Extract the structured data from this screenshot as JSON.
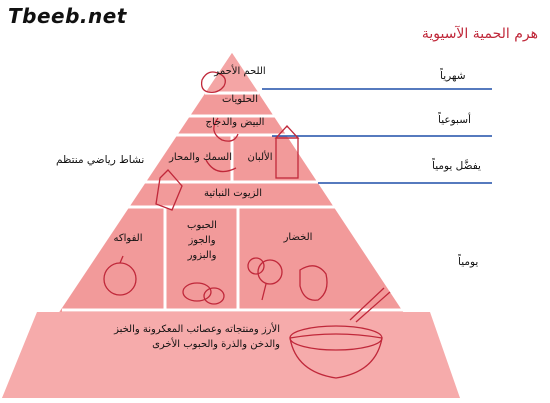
{
  "logo": "Tbeeb.net",
  "title": "هرم الحمية الآسيوية",
  "frequency": {
    "monthly": "شهرياً",
    "weekly": "أسبوعياً",
    "daily_preferred": "يفضَّل يومياً",
    "daily": "يومياً"
  },
  "activity": "نشاط رياضي منتظم",
  "tiers": {
    "red_meat": "اللحم الأحمر",
    "sweets": "الحلويات",
    "eggs_poultry": "البيض والدجاج",
    "fish_shellfish": "السمك والمحار",
    "dairy": "الألبان",
    "vegetable_oils": "الزيوت النباتية",
    "fruits": "الفواكه",
    "grains_line1": "الحبوب",
    "grains_line2": "والجوز",
    "grains_line3": "والبزور",
    "vegetables": "الخضار",
    "base_text": "الأرز ومنتجاته وعصائب المعكرونة والخبز والدخن والذرة والحبوب الأخرى"
  },
  "colors": {
    "title": "#c0283a",
    "pyramid": "#f29a9a",
    "pyramid_dark": "#ee8383",
    "divider": "#ffffff",
    "line": "#1f4fa8"
  }
}
